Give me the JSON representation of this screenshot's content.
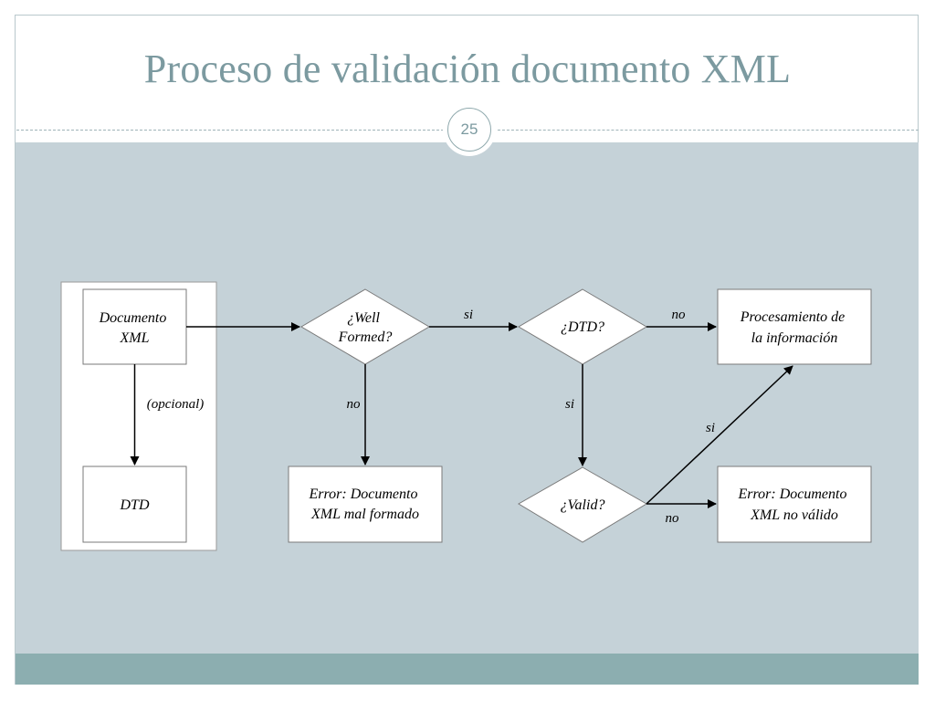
{
  "slide": {
    "title": "Proceso de validación documento XML",
    "page_number": "25"
  },
  "diagram": {
    "nodes": {
      "documento_xml": [
        "Documento",
        "XML"
      ],
      "dtd": [
        "DTD"
      ],
      "well_formed": [
        "¿Well",
        "Formed?"
      ],
      "error_mal_formado": [
        "Error: Documento",
        "XML mal formado"
      ],
      "dtd_decision": [
        "¿DTD?"
      ],
      "valid_decision": [
        "¿Valid?"
      ],
      "procesamiento": [
        "Procesamiento de",
        "la información"
      ],
      "error_no_valido": [
        "Error: Documento",
        "XML no válido"
      ]
    },
    "edge_labels": {
      "opcional": "(opcional)",
      "wf_no": "no",
      "wf_si": "si",
      "dtd_no": "no",
      "dtd_si": "si",
      "valid_si": "si",
      "valid_no": "no"
    }
  },
  "colors": {
    "title": "#7c9aa0",
    "content_background": "#c5d2d8",
    "footer_band": "#8caeb0",
    "frame_border": "#b9c8cc"
  }
}
